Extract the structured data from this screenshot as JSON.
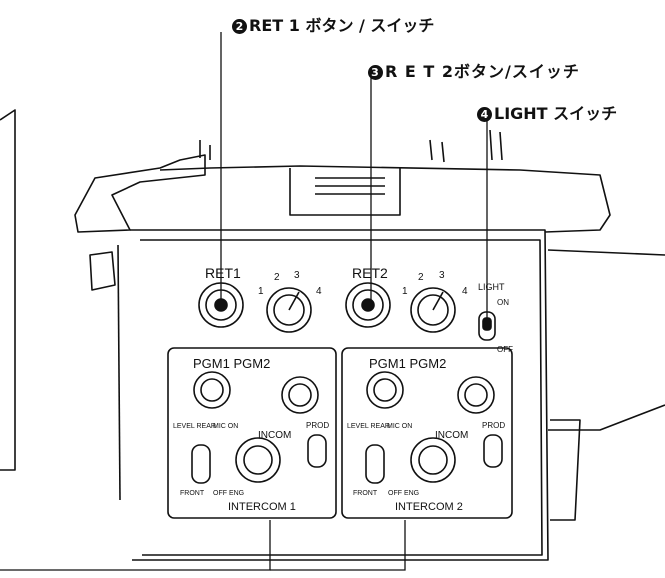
{
  "callouts": {
    "ret1": {
      "num": "2",
      "text": "RET 1 ボタン / スイッチ"
    },
    "ret2": {
      "num": "3",
      "text": "R E T  2ボタン/スイッチ"
    },
    "light": {
      "num": "4",
      "text": "LIGHT スイッチ"
    }
  },
  "panel": {
    "ret1_label": "RET1",
    "ret2_label": "RET2",
    "dial_marks": [
      "1",
      "2",
      "3",
      "4"
    ],
    "light_label": "LIGHT",
    "light_on": "ON",
    "light_off": "OFF",
    "pgm_label": "PGM1 PGM2",
    "level_rear": "LEVEL\nREAR",
    "mic_on": "MIC\nON",
    "incom": "INCOM",
    "prod": "PROD",
    "front": "FRONT",
    "off_eng": "OFF ENG",
    "intercom1": "INTERCOM 1",
    "intercom2": "INTERCOM 2"
  }
}
